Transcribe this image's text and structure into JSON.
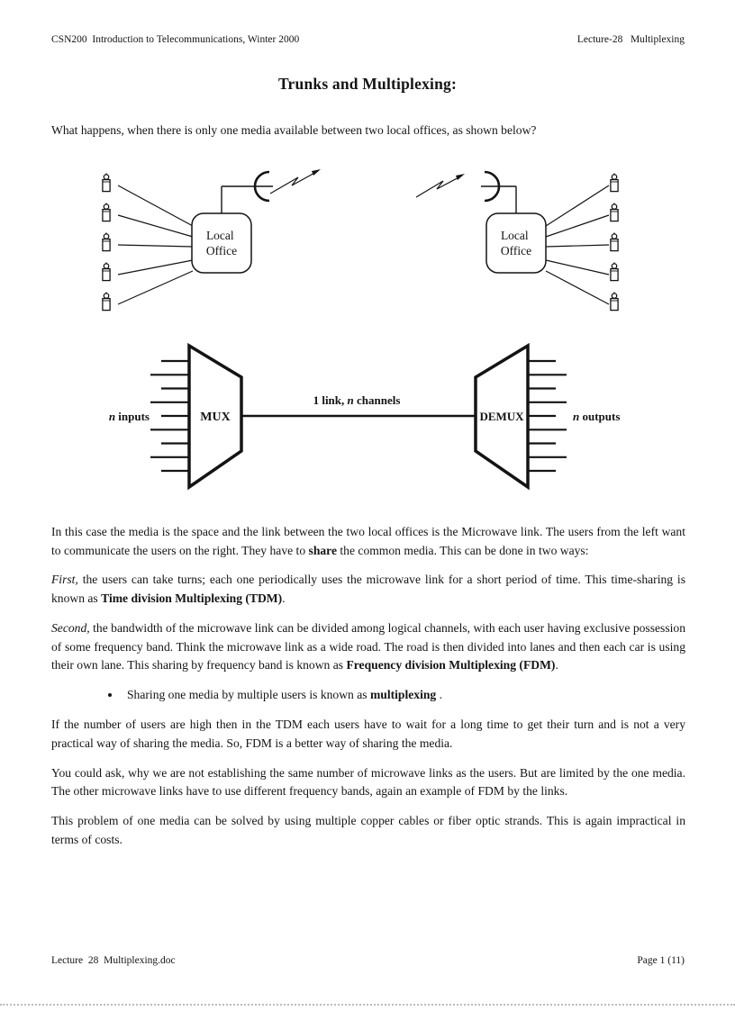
{
  "page": {
    "header": {
      "left": "CSN200  Introduction to Telecommunications, Winter 2000",
      "right": "Lecture-28   Multiplexing"
    },
    "title": "Trunks and Multiplexing:",
    "intro": "What happens, when there is only one media available  between two local  offices,  as shown below?",
    "footer": {
      "left": "Lecture  28  Multiplexing.doc",
      "right": "Page 1 (11)"
    }
  },
  "diagram_offices": {
    "office_line1": "Local",
    "office_line2": "Office",
    "phones_per_side": 5
  },
  "diagram_mux": {
    "inputs_n": "n",
    "inputs_label": " inputs",
    "mux_label": "MUX",
    "link_pre": "1 link, ",
    "link_n": "n",
    "link_post": " channels",
    "demux_label": "DEMUX",
    "outputs_n": "n",
    "outputs_label": " outputs",
    "lines_per_side": 9
  },
  "content": {
    "paragraphs": [
      {
        "segments": [
          {
            "t": "In this case the media is the space and the link between the two local offices is the Microwave link. The users from the left want to communicate the users on the right. They have to ",
            "s": ""
          },
          {
            "t": "share",
            "s": "b"
          },
          {
            "t": " the common media. This can be done in two ways:",
            "s": ""
          }
        ]
      },
      {
        "segments": [
          {
            "t": "First,",
            "s": "i"
          },
          {
            "t": " the users can take turns; each one periodically uses the microwave link for a short period of time. This time-sharing is known as ",
            "s": ""
          },
          {
            "t": "Time division Multiplexing (TDM)",
            "s": "b"
          },
          {
            "t": ".",
            "s": ""
          }
        ]
      },
      {
        "segments": [
          {
            "t": "Second,",
            "s": "i"
          },
          {
            "t": " the bandwidth of the microwave link can be divided among logical channels, with each user having exclusive possession of some frequency band. Think the microwave link as a wide road. The road is then divided into lanes and then each car is using their own lane. This sharing by frequency band is known as ",
            "s": ""
          },
          {
            "t": "Frequency division Multiplexing (FDM)",
            "s": "b"
          },
          {
            "t": ".",
            "s": ""
          }
        ]
      }
    ],
    "bullet": {
      "segments": [
        {
          "t": "Sharing one media by multiple users is known as ",
          "s": ""
        },
        {
          "t": "multiplexing",
          "s": "b"
        },
        {
          "t": " .",
          "s": ""
        }
      ]
    },
    "paragraphs_after": [
      {
        "segments": [
          {
            "t": "If the number of users are high then in the TDM each users have to wait for a long time to get their turn and is not a very practical way of sharing the media. So, FDM is a better way of sharing the media.",
            "s": ""
          }
        ]
      },
      {
        "segments": [
          {
            "t": "You could ask, why we are not establishing the same number of microwave links as the users. But are limited by the one media. The other microwave links have to use different frequency bands, again an example of FDM by the links.",
            "s": ""
          }
        ]
      },
      {
        "segments": [
          {
            "t": "This problem of one media can be solved by using multiple copper cables or fiber optic strands. This is again impractical in terms of costs.",
            "s": ""
          }
        ]
      }
    ]
  },
  "colors": {
    "ink": "#141414",
    "paper": "#ffffff",
    "dots": "#bcbcbc"
  }
}
